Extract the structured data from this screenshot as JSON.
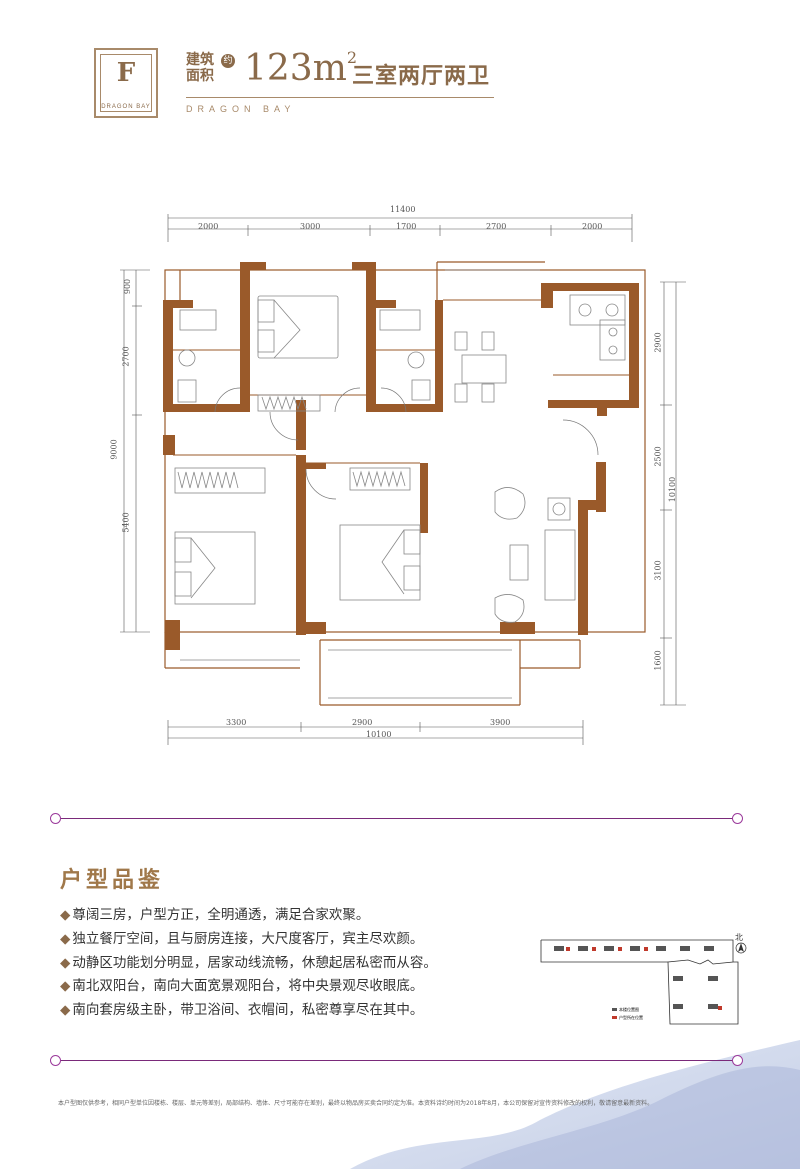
{
  "header": {
    "type_letter": "F",
    "brand_small": "DRAGON BAY",
    "area_label_line1": "建筑",
    "area_label_line2": "面积",
    "area_approx": "约",
    "area_value": "123m",
    "area_unit_sup": "2",
    "room_type": "三室两厅两卫",
    "brand_sub": "DRAGON BAY"
  },
  "dimensions": {
    "top_total": "11400",
    "top_segments": [
      "2000",
      "3000",
      "1700",
      "2700",
      "2000"
    ],
    "left_segments": [
      "900",
      "2700",
      "5400"
    ],
    "left_total": "9000",
    "right_segments": [
      "2900",
      "2500",
      "3100",
      "1600"
    ],
    "right_total": "10100",
    "bottom_segments": [
      "3300",
      "2900",
      "3900"
    ],
    "bottom_total": "10100"
  },
  "features": {
    "title": "户型品鉴",
    "bullet": "◆",
    "items": [
      "尊阔三房，户型方正，全明通透，满足合家欢聚。",
      "独立餐厅空间，且与厨房连接，大尺度客厅，宾主尽欢颜。",
      "动静区功能划分明显，居家动线流畅，休憩起居私密而从容。",
      "南北双阳台，南向大面宽景观阳台，将中央景观尽收眼底。",
      "南向套房级主卧，带卫浴间、衣帽间，私密尊享尽在其中。"
    ]
  },
  "site_plan": {
    "north_label": "北",
    "legend": [
      "本楼位置图",
      "户型所在位置"
    ]
  },
  "footer": {
    "disclaimer": "本户型图仅供参考，相同户型单位因楼栋、楼层、单元等差别，局部结构、墙体、尺寸可能存在差别，最终以物品房买卖合同约定为准。本资料诗约时间为2018年8月，本公司保留对宣传资料修改的权利，敬请留意最新资料。"
  },
  "colors": {
    "wall": "#9a5a2a",
    "gold": "#8a6a4a",
    "accent_purple": "#7a2a7a"
  }
}
